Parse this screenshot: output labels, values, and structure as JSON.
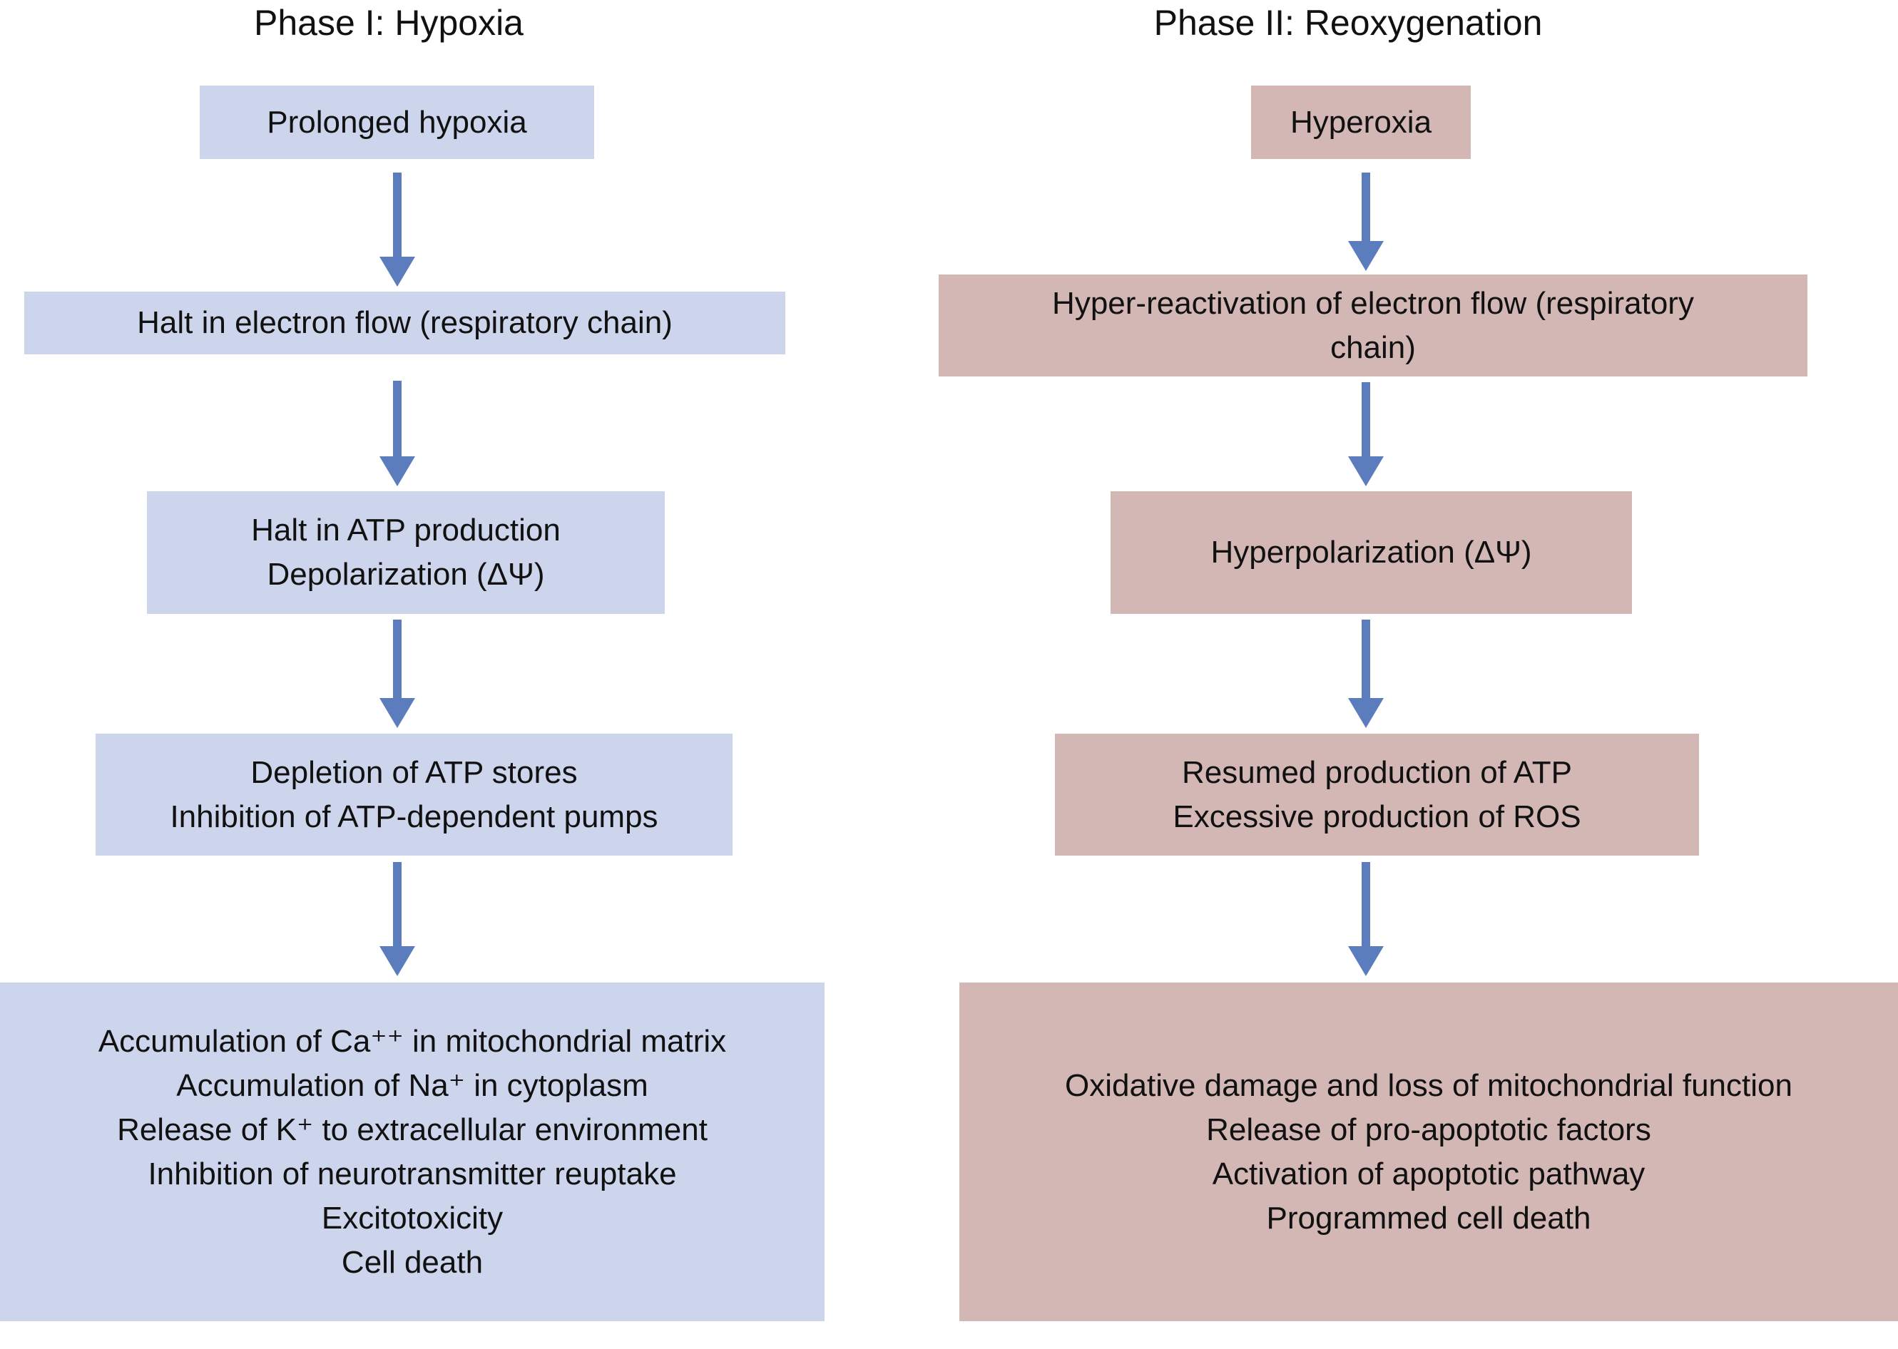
{
  "diagram": {
    "background": "#ffffff",
    "arrow_color": "#5b7cbd",
    "text_color": "#111111",
    "phase1": {
      "title": "Phase I: Hypoxia",
      "box_color": "#ccd5ec",
      "boxes": [
        {
          "lines": [
            "Prolonged hypoxia"
          ]
        },
        {
          "lines": [
            "Halt in electron flow (respiratory chain)"
          ]
        },
        {
          "lines": [
            "Halt in ATP production",
            "Depolarization (ΔΨ)"
          ]
        },
        {
          "lines": [
            "Depletion of ATP stores",
            "Inhibition of ATP-dependent pumps"
          ]
        },
        {
          "lines": [
            "Accumulation of Ca⁺⁺ in mitochondrial matrix",
            "Accumulation of Na⁺ in cytoplasm",
            "Release of K⁺ to extracellular environment",
            "Inhibition of neurotransmitter reuptake",
            "Excitotoxicity",
            "Cell death"
          ]
        }
      ]
    },
    "phase2": {
      "title": "Phase II: Reoxygenation",
      "box_color": "#d2b7b5",
      "boxes": [
        {
          "lines": [
            "Hyperoxia"
          ]
        },
        {
          "lines": [
            "Hyper-reactivation of electron flow (respiratory",
            "chain)"
          ]
        },
        {
          "lines": [
            "Hyperpolarization (ΔΨ)"
          ]
        },
        {
          "lines": [
            "Resumed production of ATP",
            "Excessive production of ROS"
          ]
        },
        {
          "lines": [
            "Oxidative damage and loss of mitochondrial function",
            "Release of pro-apoptotic factors",
            "Activation of apoptotic pathway",
            "Programmed cell death"
          ]
        }
      ]
    }
  }
}
